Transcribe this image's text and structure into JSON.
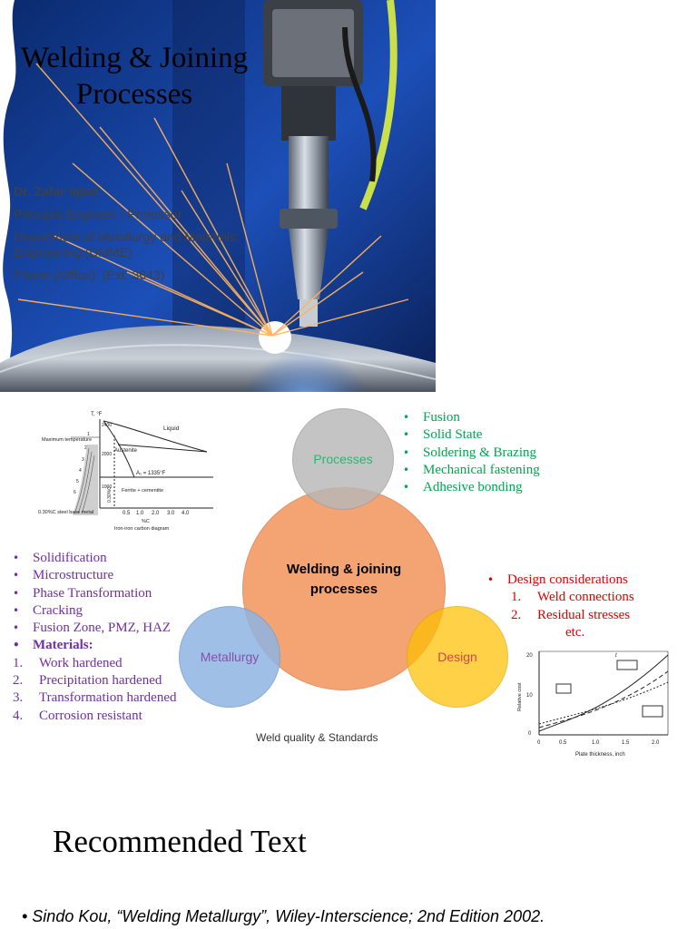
{
  "slide1": {
    "title": "Welding & Joining Processes",
    "author": "Dr. Zafar Iqbal",
    "position": "Principal Engineer / Professor",
    "department": "Department of Metallurgy and Materials Engineering (DMME)",
    "phone": "Phone (Office):  (Ext.   3643)"
  },
  "diagram": {
    "center": "Welding & joining processes",
    "processes": "Processes",
    "metallurgy": "Metallurgy",
    "design": "Design",
    "footer": "Weld quality & Standards",
    "process_items": [
      "Fusion",
      "Solid State",
      "Soldering & Brazing",
      "Mechanical fastening",
      "Adhesive bonding"
    ],
    "metallurgy_items": [
      "Solidification",
      "Microstructure",
      "Phase Transformation",
      "Cracking",
      "Fusion Zone, PMZ, HAZ"
    ],
    "materials_label": "Materials:",
    "materials": [
      {
        "n": "1.",
        "t": "Work hardened"
      },
      {
        "n": "2.",
        "t": "Precipitation hardened"
      },
      {
        "n": "3.",
        "t": "Transformation hardened"
      },
      {
        "n": "4.",
        "t": "Corrosion resistant"
      }
    ],
    "design_head": "Design considerations",
    "design_items": [
      {
        "n": "1.",
        "t": "Weld connections"
      },
      {
        "n": "2.",
        "t": "Residual stresses"
      }
    ],
    "design_etc": "etc.",
    "colors": {
      "processes": "#00a651",
      "metallurgy": "#7030a0",
      "design": "#e00000",
      "center": "#f4a373",
      "gray": "#bdbdbd",
      "blue": "#8fb4e3",
      "yellow": "#ffc000"
    }
  },
  "phase_diagram": {
    "t_axis": "T, °F",
    "liquid": "Liquid",
    "max_temp": "Maximum temperature",
    "austenite": "Austenite",
    "a1": "A₁ = 1335°F",
    "ferrite": "Ferrite + cementite",
    "base_metal": "0.30%C steel base metal",
    "pct_c": "%C",
    "caption": "Iron-iron carbon diagram",
    "x_ticks": [
      "0.5",
      "1.0",
      "2.0",
      "3.0",
      "4.0"
    ],
    "y_ticks": [
      "2400",
      "2000",
      "1000"
    ],
    "zone_labels": [
      "1",
      "2",
      "3",
      "4",
      "5",
      "6"
    ],
    "steel_label": "0.30%C"
  },
  "cost_chart": {
    "ylabel": "Relative cost",
    "xlabel": "Plate thickness, inch",
    "y_ticks": [
      "0",
      "10",
      "20"
    ],
    "x_ticks": [
      "0",
      "0.5",
      "1.0",
      "1.5",
      "2.0"
    ],
    "t_label": "t"
  },
  "recommended": {
    "title": "Recommended Text",
    "item": "• Sindo Kou, “Welding Metallurgy”, Wiley-Interscience; 2nd Edition 2002."
  }
}
